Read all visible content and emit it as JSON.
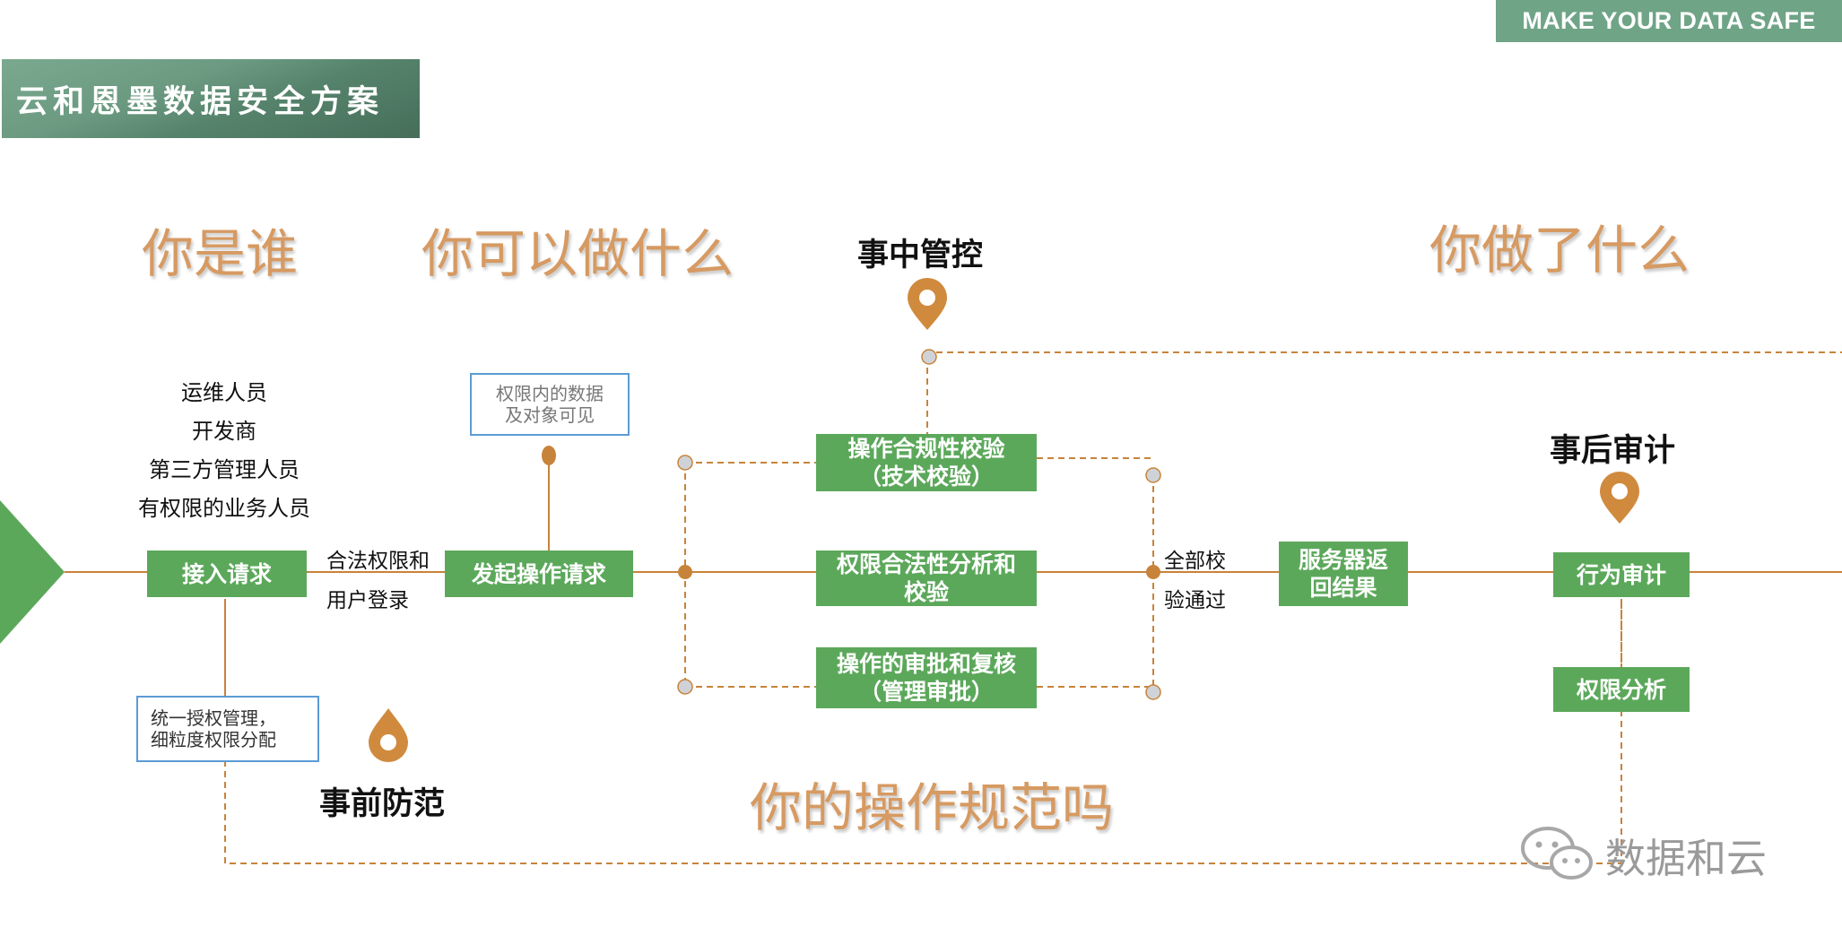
{
  "banner": {
    "text": "MAKE YOUR DATA SAFE"
  },
  "title": "云和恩墨数据安全方案",
  "questions": {
    "who": "你是谁",
    "what_can": "你可以做什么",
    "what_did": "你做了什么",
    "compliant": "你的操作规范吗"
  },
  "phases": {
    "before": "事前防范",
    "during": "事中管控",
    "after": "事后审计"
  },
  "roles": [
    "运维人员",
    "开发商",
    "第三方管理人员",
    "有权限的业务人员"
  ],
  "nodes": {
    "access_request": "接入请求",
    "initiate_request": "发起操作请求",
    "compliance_check": [
      "操作合规性校验",
      "（技术校验）"
    ],
    "permission_check": [
      "权限合法性分析和",
      "校验"
    ],
    "approval": [
      "操作的审批和复核",
      "（管理审批）"
    ],
    "server_result": [
      "服务器返",
      "回结果"
    ],
    "behavior_audit": "行为审计",
    "permission_analysis": "权限分析"
  },
  "notes": {
    "unified_auth": [
      "统一授权管理，",
      "细粒度权限分配"
    ],
    "visible": [
      "权限内的数据",
      "及对象可见"
    ]
  },
  "edge_labels": {
    "login": [
      "合法权限和",
      "用户登录"
    ],
    "all_passed": [
      "全部校",
      "验通过"
    ]
  },
  "watermark": "数据和云",
  "colors": {
    "accent_green": "#5ca85b",
    "banner_green": "#6fa487",
    "line_orange": "#c8833a",
    "question_orange": "#d69a62",
    "note_border": "#5b9bd5"
  }
}
